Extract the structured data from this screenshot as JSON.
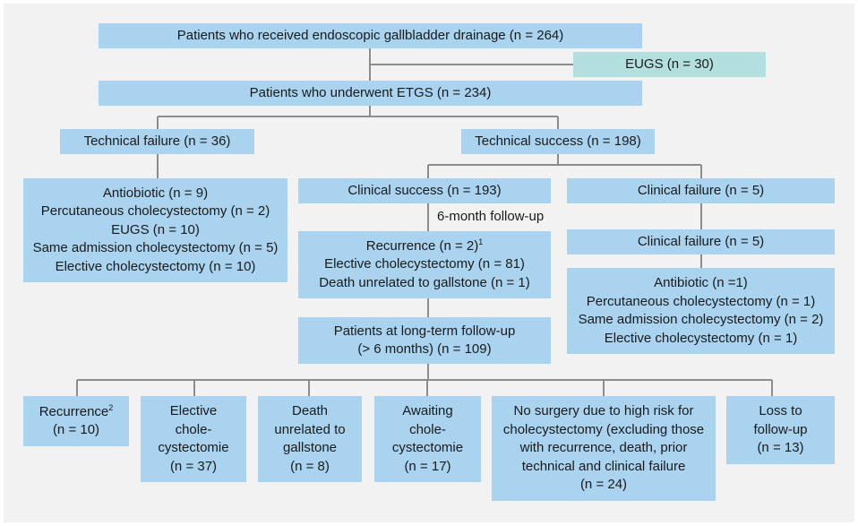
{
  "diagram": {
    "top": "Patients who received endoscopic gallbladder drainage (n = 264)",
    "eugs": "EUGS (n = 30)",
    "etgs": "Patients who underwent ETGS (n = 234)",
    "technical_failure": "Technical failure (n = 36)",
    "technical_success": "Technical success (n = 198)",
    "tf_outcomes": [
      "Antiobiotic (n = 9)",
      "Percutaneous cholecystectomy (n = 2)",
      "EUGS (n = 10)",
      "Same admission cholecystectomy (n = 5)",
      "Elective cholecystectomy (n = 10)"
    ],
    "clinical_success": "Clinical success (n = 193)",
    "clinical_failure": "Clinical failure (n = 5)",
    "followup_label": "6-month follow-up",
    "cs_outcomes": {
      "recurrence": "Recurrence (n = 2)",
      "recurrence_sup": "1",
      "elective": "Elective cholecystectomy (n = 81)",
      "death": "Death unrelated to gallstone (n = 1)"
    },
    "clinical_failure_2": "Clinical failure (n = 5)",
    "cf_outcomes": [
      "Antibiotic (n =1)",
      "Percutaneous cholecystectomy (n = 1)",
      "Same admission cholecystectomy (n = 2)",
      "Elective cholecystectomy (n = 1)"
    ],
    "longterm": [
      "Patients at long-term follow-up",
      "(> 6 months) (n = 109)"
    ],
    "bottom": {
      "recurrence": {
        "label": "Recurrence",
        "sup": "2",
        "n": "(n = 10)"
      },
      "elective": [
        "Elective",
        "chole-",
        "cystectomie",
        "(n = 37)"
      ],
      "death": [
        "Death",
        "unrelated to",
        "gallstone",
        "(n = 8)"
      ],
      "awaiting": [
        "Awaiting",
        "chole-",
        "cystectomie",
        "(n = 17)"
      ],
      "no_surgery": [
        "No surgery due to high risk for",
        "cholecystectomy (excluding those",
        "with recurrence, death, prior",
        "technical and clinical failure",
        "(n = 24)"
      ],
      "loss": [
        "Loss to",
        "follow-up",
        "(n = 13)"
      ]
    }
  }
}
